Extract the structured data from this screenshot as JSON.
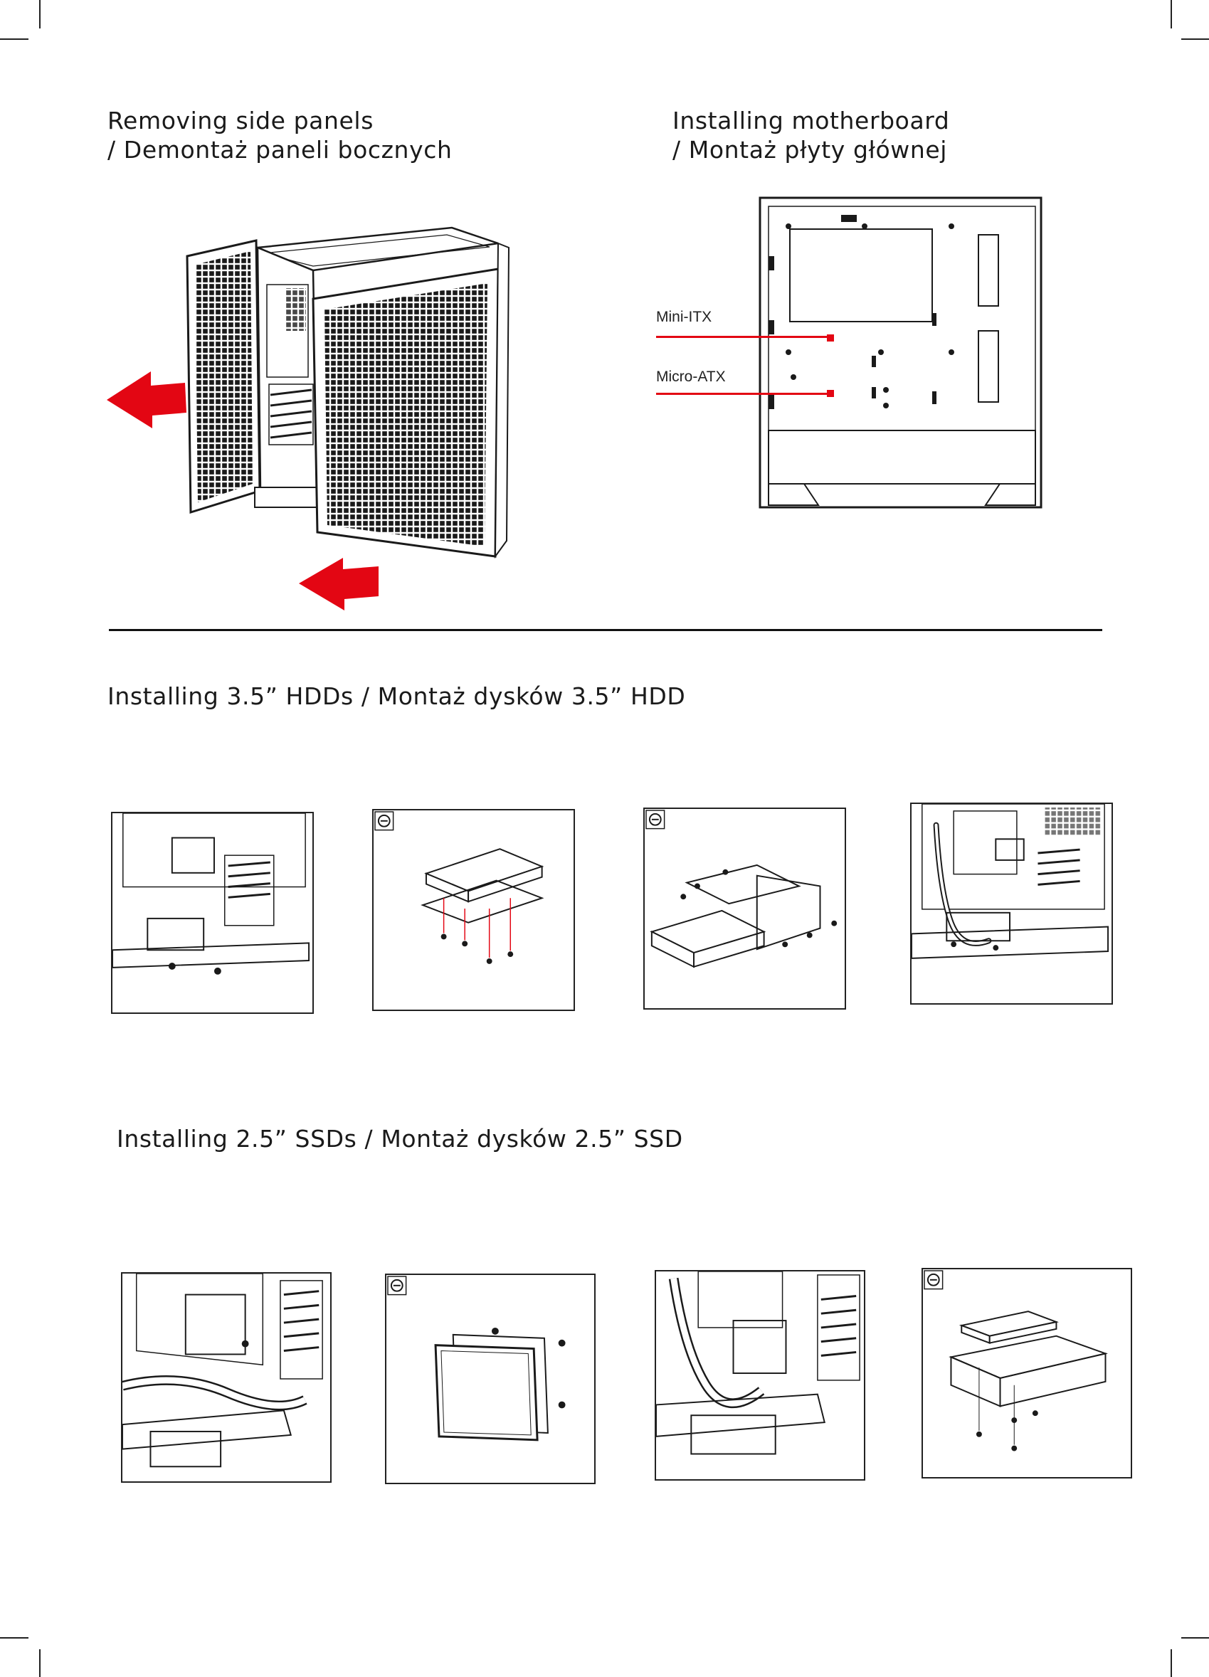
{
  "sections": {
    "side_panels": {
      "title_en": "Removing side panels",
      "title_pl": "/ Demontaż paneli bocznych"
    },
    "motherboard": {
      "title_en": "Installing motherboard",
      "title_pl": "/ Montaż płyty głównej",
      "callouts": {
        "mini_itx": "Mini-ITX",
        "micro_atx": "Micro-ATX"
      }
    },
    "hdd": {
      "title": "Installing 3.5” HDDs / Montaż dysków 3.5” HDD"
    },
    "ssd": {
      "title": "Installing 2.5” SSDs / Montaż dysków 2.5” SSD"
    }
  },
  "colors": {
    "accent_red": "#e30613",
    "line": "#1a1a1a"
  },
  "icons": [
    "arrow-left-icon",
    "screwdriver-icon",
    "screw-icon"
  ]
}
